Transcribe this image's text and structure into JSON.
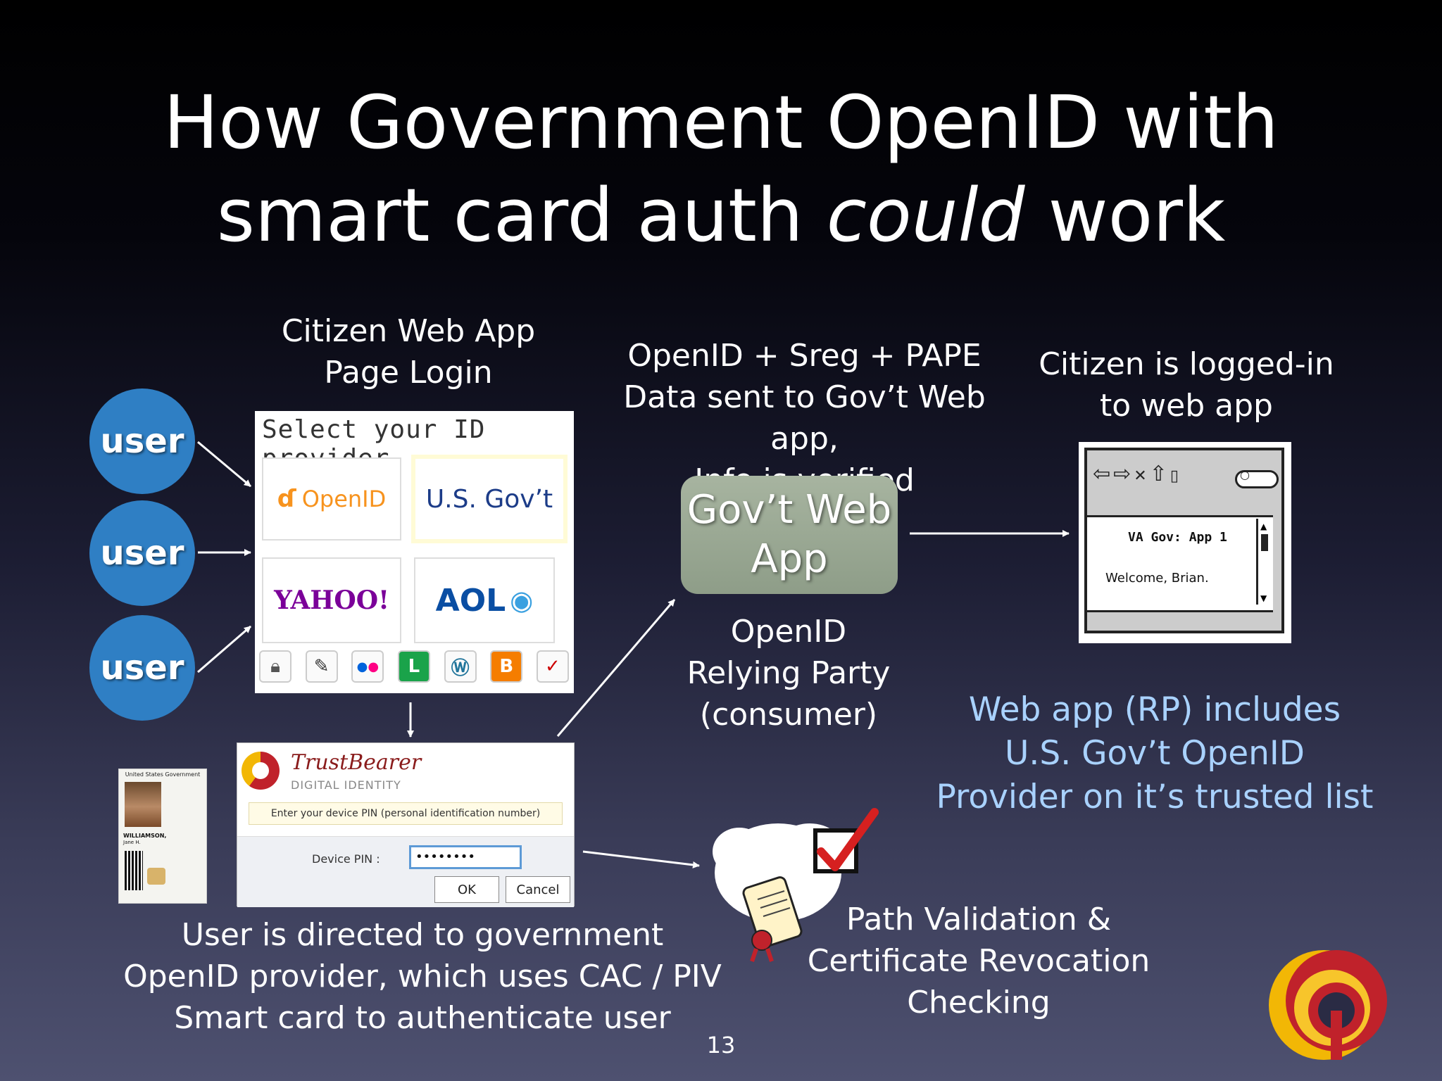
{
  "slide": {
    "title_line1": "How Government OpenID with",
    "title_line2_pre": "smart card auth ",
    "title_line2_em": "could",
    "title_line2_post": " work",
    "page_number": "13"
  },
  "users": [
    "user",
    "user",
    "user"
  ],
  "citizen_caption": [
    "Citizen Web App",
    "Page Login"
  ],
  "provider_panel": {
    "heading": "Select your ID provider",
    "providers": [
      "OpenID",
      "U.S. Gov’t",
      "YAHOO!",
      "AOL"
    ]
  },
  "data_caption": [
    "OpenID + Sreg + PAPE",
    "Data sent to Gov’t Web app,",
    "Info is verified"
  ],
  "gov_app": [
    "Gov’t Web",
    "App"
  ],
  "rp_caption": [
    "OpenID",
    "Relying Party",
    "(consumer)"
  ],
  "logged_caption": [
    "Citizen is logged-in",
    "to web app"
  ],
  "browser": {
    "title": "VA Gov: App 1",
    "welcome": "Welcome, Brian."
  },
  "trusted_caption": [
    "Web app (RP) includes",
    "U.S. Gov’t OpenID",
    "Provider on it’s trusted list"
  ],
  "id_card": {
    "header": "United States Government",
    "name": "WILLIAMSON,",
    "given": "Jane H."
  },
  "pin_dialog": {
    "brand": "TrustBearer",
    "subtitle": "DIGITAL IDENTITY",
    "prompt": "Enter your device PIN (personal identification number)",
    "pin_label": "Device PIN :",
    "pin_value": "••••••••",
    "ok": "OK",
    "cancel": "Cancel"
  },
  "directed_caption": [
    "User is directed to government",
    "OpenID provider, which uses CAC / PIV",
    "Smart card to authenticate user"
  ],
  "validation_caption": [
    "Path Validation &",
    "Certificate Revocation",
    "Checking"
  ],
  "colors": {
    "user_circle": "#2f7fc4",
    "gov_app": "#98a691",
    "trusted_text": "#a9d2ff",
    "logo_red": "#c0222b",
    "logo_yellow": "#f2b705"
  }
}
